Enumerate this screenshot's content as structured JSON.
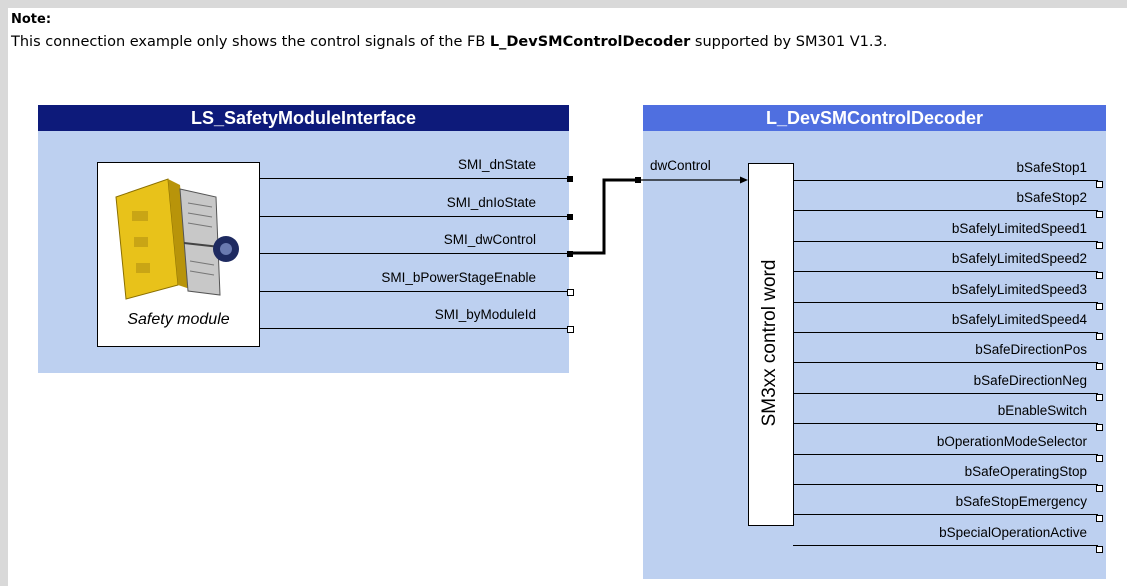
{
  "note": {
    "title": "Note:",
    "text_before": "This connection example only shows the control signals of the FB ",
    "fb_name": "L_DevSMControlDecoder",
    "text_after": " supported by SM301 V1.3."
  },
  "left_fb": {
    "title": "LS_SafetyModuleInterface",
    "header_color": "#0d1a7a",
    "body_color": "#bdd0f0",
    "module_caption": "Safety module",
    "outputs": [
      {
        "label": "SMI_dnState",
        "pin": "filled"
      },
      {
        "label": "SMI_dnIoState",
        "pin": "filled"
      },
      {
        "label": "SMI_dwControl",
        "pin": "filled"
      },
      {
        "label": "SMI_bPowerStageEnable",
        "pin": "open"
      },
      {
        "label": "SMI_byModuleId",
        "pin": "open"
      }
    ]
  },
  "right_fb": {
    "title": "L_DevSMControlDecoder",
    "header_color": "#4f6fe0",
    "body_color": "#bdd0f0",
    "input_label": "dwControl",
    "center_label": "SM3xx control word",
    "outputs": [
      "bSafeStop1",
      "bSafeStop2",
      "bSafelyLimitedSpeed1",
      "bSafelyLimitedSpeed2",
      "bSafelyLimitedSpeed3",
      "bSafelyLimitedSpeed4",
      "bSafeDirectionPos",
      "bSafeDirectionNeg",
      "bEnableSwitch",
      "bOperationModeSelector",
      "bSafeOperatingStop",
      "bSafeStopEmergency",
      "bSpecialOperationActive"
    ]
  }
}
